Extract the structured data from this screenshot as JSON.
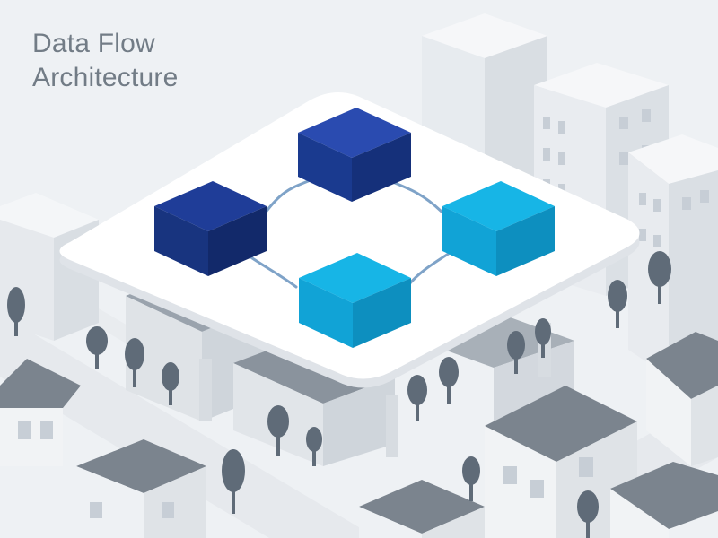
{
  "diagram": {
    "title": {
      "line1": "Data Flow",
      "line2": "Architecture"
    },
    "nodes": [
      {
        "id": "node-top",
        "color": "#1e3f9a"
      },
      {
        "id": "node-left",
        "color": "#17327f"
      },
      {
        "id": "node-right",
        "color": "#12a7d8"
      },
      {
        "id": "node-bottom",
        "color": "#12a7d8"
      }
    ],
    "connections": [
      {
        "from": "node-left",
        "to": "node-top"
      },
      {
        "from": "node-top",
        "to": "node-right"
      },
      {
        "from": "node-right",
        "to": "node-bottom"
      },
      {
        "from": "node-bottom",
        "to": "node-left"
      }
    ]
  },
  "colors": {
    "background": "#eef1f4",
    "platform": "#ffffff",
    "building": "#e3e7eb",
    "roof": "#7b848e",
    "tree": "#5f6b78",
    "connector": "#7fa3c8",
    "title": "#727c86"
  }
}
